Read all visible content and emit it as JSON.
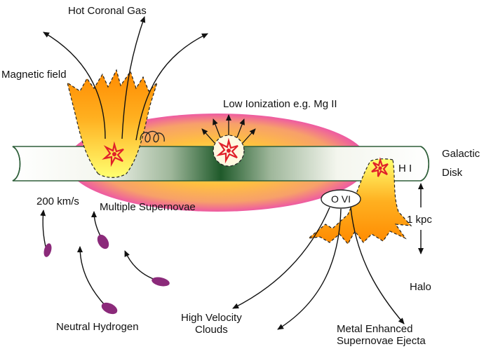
{
  "labels": {
    "hot_coronal_gas": "Hot Coronal Gas",
    "magnetic_field": "Magnetic field",
    "low_ionization": "Low Ionization e.g. Mg II",
    "galactic": "Galactic",
    "disk": "Disk",
    "hi": "H I",
    "ovi": "O VI",
    "velocity": "200 km/s",
    "multiple_supernovae": "Multiple Supernovae",
    "kpc": "1 kpc",
    "halo": "Halo",
    "hvc_line1": "High Velocity",
    "hvc_line2": "Clouds",
    "neutral_hydrogen": "Neutral Hydrogen",
    "ejecta_line1": "Metal Enhanced",
    "ejecta_line2": "Supernovae Ejecta"
  },
  "colors": {
    "disk_outline": "#2f5f3a",
    "disk_center": "#1f5a2a",
    "flame_outer": "#ff8c00",
    "flame_inner": "#ffff66",
    "halo_pink": "#f06aa6",
    "halo_orange": "#ffb347",
    "cloud": "#8b2a7a",
    "starburst": "#e0202a"
  }
}
